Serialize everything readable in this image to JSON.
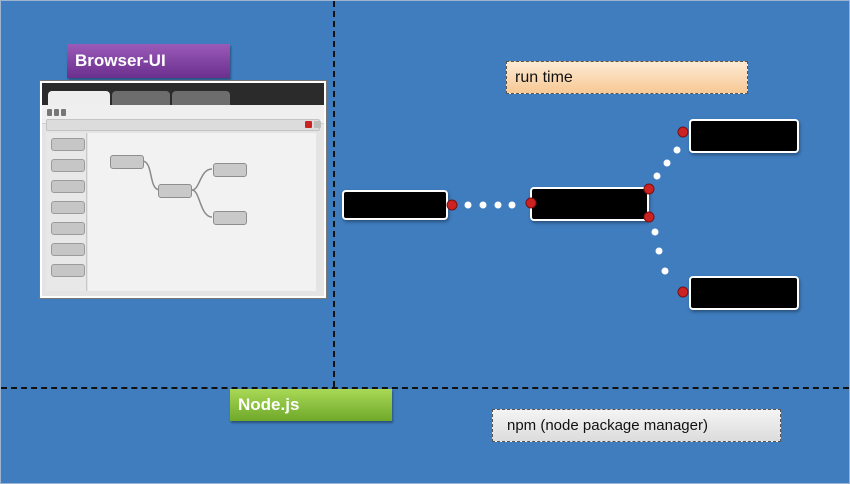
{
  "labels": {
    "browser_ui": "Browser-UI",
    "node_js": "Node.js",
    "run_time": "run time",
    "npm": "npm (node package manager)"
  },
  "colors": {
    "background": "#3f7dbf",
    "browser_tag": "#7a3fa0",
    "node_tag": "#8cc63f",
    "run_time_note": "#f9d3a4",
    "npm_note": "#e6e6e6",
    "connector_port": "#cc2222",
    "wire_dots": "#ffffff"
  },
  "icons": {
    "browser": "browser-window-icon",
    "flow_node": "flow-node-block"
  }
}
